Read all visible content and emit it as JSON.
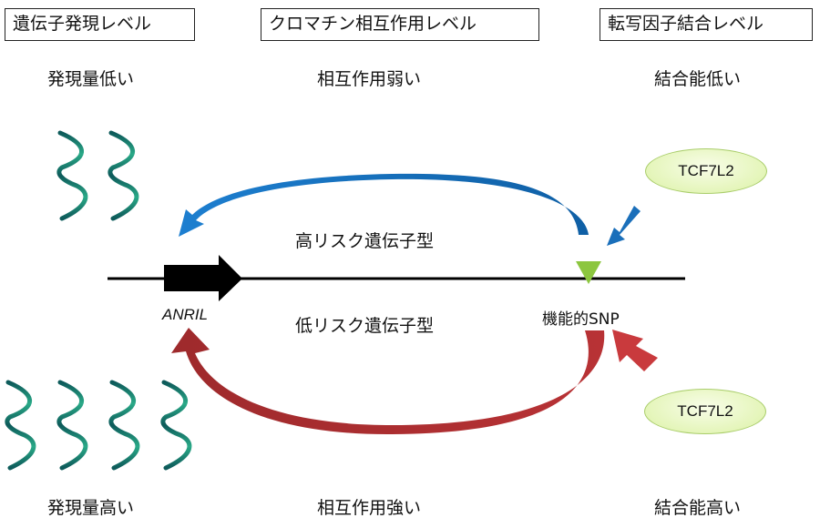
{
  "headers": {
    "expression_level": "遺伝子発現レベル",
    "chromatin_level": "クロマチン相互作用レベル",
    "tf_binding_level": "転写因子結合レベル"
  },
  "top_row": {
    "expression": "発現量低い",
    "interaction": "相互作用弱い",
    "binding": "結合能低い",
    "transcript_count": 2
  },
  "bottom_row": {
    "expression": "発現量高い",
    "interaction": "相互作用強い",
    "binding": "結合能高い",
    "transcript_count": 4
  },
  "genotypes": {
    "high_risk": "高リスク遺伝子型",
    "low_risk": "低リスク遺伝子型"
  },
  "gene_label": "ANRIL",
  "snp_label": "機能的SNP",
  "transcription_factor": {
    "top": "TCF7L2",
    "bottom": "TCF7L2"
  },
  "colors": {
    "high_risk_arrow": "#1a6fba",
    "low_risk_arrow": "#b53033",
    "snp_marker": "#8cc63f",
    "gene_arrow": "#000000",
    "transcript_dark": "#0d5a5a",
    "transcript_light": "#2aaa88",
    "tf_fill": "#e4f5b9"
  }
}
